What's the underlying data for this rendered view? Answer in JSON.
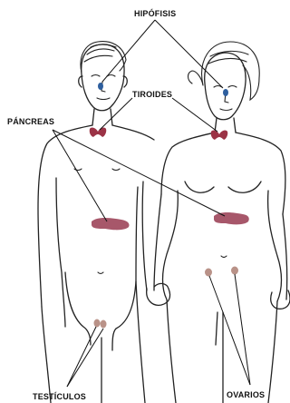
{
  "labels": {
    "hipofisis": "HIPÓFISIS",
    "tiroides": "TIROIDES",
    "pancreas": "PÁNCREAS",
    "testiculos": "TESTÍCULOS",
    "ovarios": "OVARIOS"
  },
  "colors": {
    "pituitary": "#2e5f9e",
    "thyroid": "#9b3346",
    "pancreas": "#a7576a",
    "gonads": "#b99288",
    "line": "#111111"
  }
}
